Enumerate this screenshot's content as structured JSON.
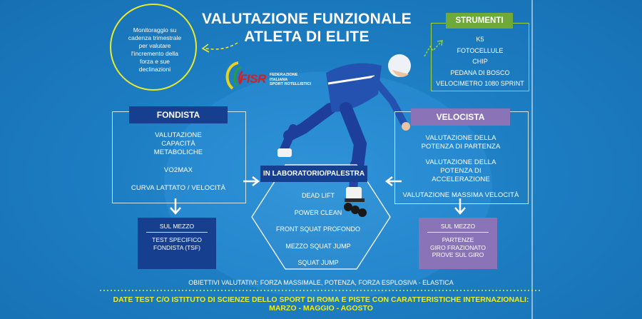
{
  "title": {
    "line1": "VALUTAZIONE FUNZIONALE",
    "line2": "ATLETA DI ELITE"
  },
  "note": "Monitoraggio su cadenza trimestrale per valutare l'incremento della forza e sue declinazioni",
  "logo": {
    "acronym": "FISR",
    "line1": "FEDERAZIONE ITALIANA",
    "line2": "SPORT ROTELLISTICI"
  },
  "strumenti": {
    "title": "STRUMENTI",
    "items": [
      "K5",
      "FOTOCELLULE",
      "CHIP",
      "PEDANA DI BOSCO",
      "VELOCIMETRO 1080 SPRINT"
    ]
  },
  "fondista": {
    "title": "FONDISTA",
    "items": [
      "VALUTAZIONE CAPACITÀ METABOLICHE",
      "VO2MAX",
      "CURVA LATTATO / VELOCITÀ"
    ],
    "sub_title": "SUL MEZZO",
    "sub_items": [
      "TEST SPECIFICO",
      "FONDISTA (TSF)"
    ]
  },
  "velocista": {
    "title": "VELOCISTA",
    "items": [
      "VALUTAZIONE DELLA POTENZA DI PARTENZA",
      "VALUTAZIONE DELLA POTENZA DI ACCELERAZIONE",
      "VALUTAZIONE MASSIMA VELOCITÀ"
    ],
    "sub_title": "SUL MEZZO",
    "sub_items": [
      "PARTENZE",
      "GIRO FRAZIONATO",
      "PROVE SUL GIRO"
    ]
  },
  "laboratorio": {
    "title": "IN LABORATORIO/PALESTRA",
    "items": [
      "DEAD LIFT",
      "POWER CLEAN",
      "FRONT SQUAT PROFONDO",
      "MEZZO SQUAT JUMP",
      "SQUAT JUMP"
    ]
  },
  "objectives": "OBIETTIVI VALUTATIVI: FORZA MASSIMALE, POTENZA, FORZA ESPLOSIVA - ELASTICA",
  "footer": {
    "line1": "DATE TEST C/O ISTITUTO DI SCIENZE DELLO SPORT DI ROMA E PISTE CON CARATTERISTICHE INTERNAZIONALI:",
    "line2": "MARZO - MAGGIO - AGOSTO"
  },
  "colors": {
    "accent_yellow": "#e8eb2a",
    "fondista": "#163f8f",
    "velocista": "#8b73b7",
    "strumenti": "#6ea93a"
  },
  "illustration": "inline-skater-icon"
}
